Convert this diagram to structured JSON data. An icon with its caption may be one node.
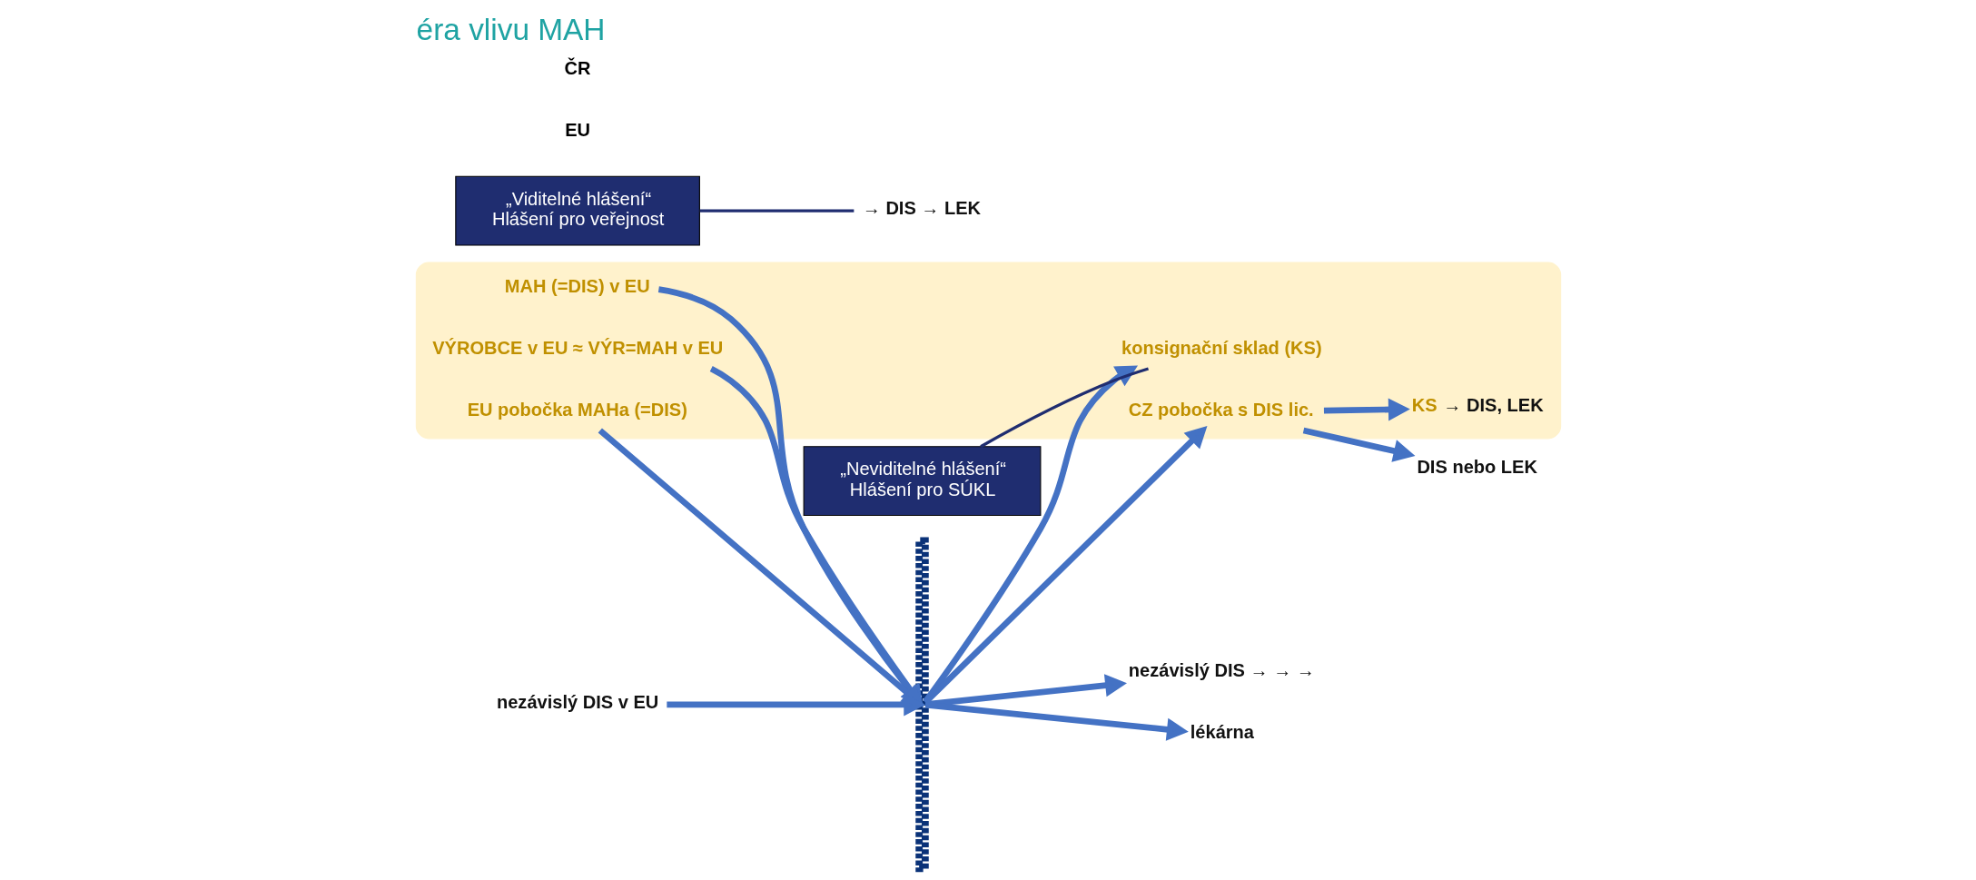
{
  "diagram": {
    "title": "éra vlivu MAH",
    "nodes": [
      {
        "text": [],
        "shape": "ellipse"
      },
      {
        "text": [
          "MAH (=DIS) v EU"
        ],
        "in": 0
      },
      {
        "text": [
          "VÝROBCE v EU ≈ VÝR=MAH v EU"
        ],
        "in": 0
      },
      {
        "text": [
          "EU pobočka MAHa (=DIS)"
        ],
        "in": 0
      },
      {
        "text": [
          "nezávislý DIS v EU"
        ]
      },
      {
        "text": [],
        "shape": "bar"
      },
      {
        "text": [
          "„Neviditelné hlášení“",
          "Hlášení pro SÚKL"
        ]
      },
      {
        "text": [
          "„Viditelné hlášení“",
          "Hlášení pro veřejnost"
        ]
      },
      {
        "text": [
          "konsignační sklad (KS)"
        ],
        "in": 0
      },
      {
        "text": [
          "→ DIS → LEK"
        ]
      },
      {
        "text": [
          "KS"
        ],
        "in": 0,
        "beside": [
          "→ DIS, LEK"
        ]
      },
      {
        "text": [
          "CZ pobočka s DIS lic."
        ],
        "in": 0
      },
      {
        "text": [
          "DIS nebo LEK"
        ]
      },
      {
        "text": [
          "nezávislý DIS → → →"
        ]
      },
      {
        "text": [
          "lékárna"
        ]
      }
    ],
    "edges": [
      {
        "from": 1,
        "to": 5,
        "arrow": "to"
      },
      {
        "from": 2,
        "to": 5,
        "arrow": "to"
      },
      {
        "from": 3,
        "to": 5,
        "arrow": "to"
      },
      {
        "from": 4,
        "to": 5,
        "arrow": "to"
      },
      {
        "from": 5,
        "to": 8,
        "arrow": "to"
      },
      {
        "from": 5,
        "to": 11,
        "arrow": "to"
      },
      {
        "from": 5,
        "to": 13,
        "arrow": "to"
      },
      {
        "from": 5,
        "to": 14,
        "arrow": "to"
      },
      {
        "from": 11,
        "to": 10,
        "arrow": "to"
      },
      {
        "from": 11,
        "to": 12,
        "arrow": "to"
      },
      {
        "from": 6,
        "to": 8,
        "arrow": "none"
      },
      {
        "from": 7,
        "to": 9,
        "arrow": "none"
      }
    ],
    "labels": [
      "EU",
      "ČR"
    ]
  }
}
